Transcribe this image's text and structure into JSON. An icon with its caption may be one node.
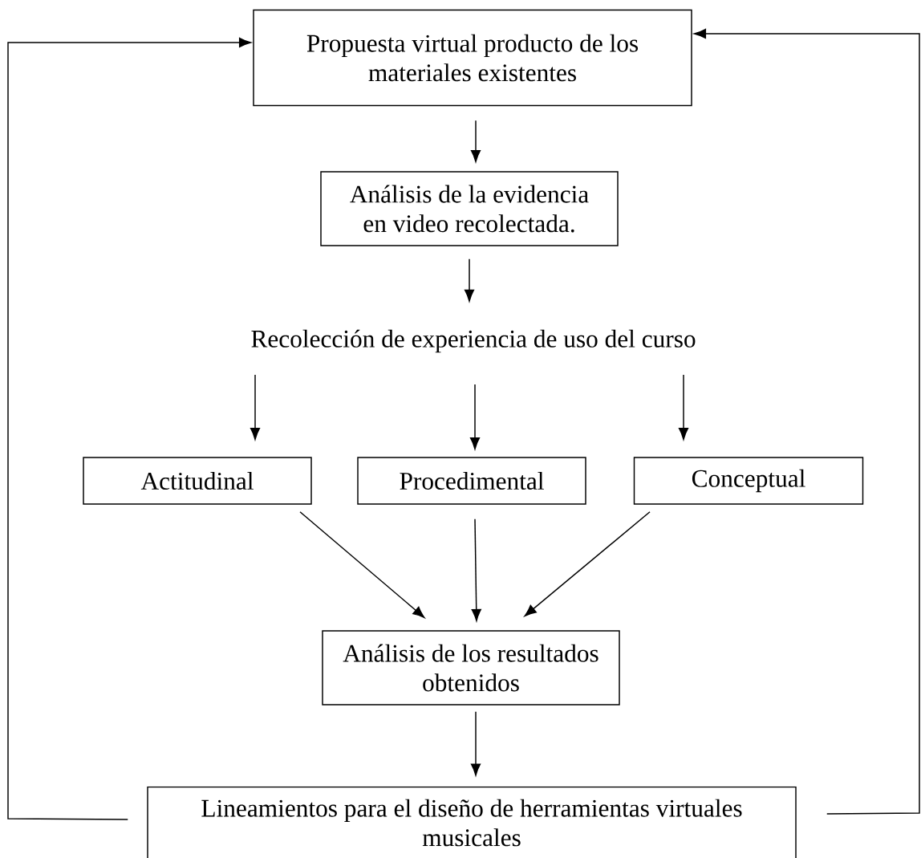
{
  "diagram": {
    "nodes": [
      {
        "text": [
          "Propuesta virtual producto de los materiales existentes"
        ]
      },
      {
        "text": [
          "Análisis de la evidencia en video recolectada."
        ]
      },
      {
        "text": [
          "Recolección de experiencia de uso del curso"
        ]
      },
      {
        "text": [
          "Actitudinal"
        ]
      },
      {
        "text": [
          "Procedimental"
        ]
      },
      {
        "text": [
          "Conceptual"
        ]
      },
      {
        "text": [
          "Análisis de los resultados obtenidos"
        ]
      },
      {
        "text": [
          "Lineamientos para el diseño de herramientas virtuales musicales"
        ]
      }
    ],
    "edges": [
      {
        "from": 0,
        "to": 1,
        "arrow": "to"
      },
      {
        "from": 1,
        "to": 2,
        "arrow": "to"
      },
      {
        "from": 2,
        "to": 3,
        "arrow": "to"
      },
      {
        "from": 2,
        "to": 4,
        "arrow": "to"
      },
      {
        "from": 2,
        "to": 5,
        "arrow": "to"
      },
      {
        "from": 3,
        "to": 6,
        "arrow": "to"
      },
      {
        "from": 4,
        "to": 6,
        "arrow": "to"
      },
      {
        "from": 5,
        "to": 6,
        "arrow": "to"
      },
      {
        "from": 6,
        "to": 7,
        "arrow": "to"
      },
      {
        "from": 7,
        "to": 0,
        "arrow": "to"
      },
      {
        "from": 7,
        "to": 0,
        "arrow": "to"
      }
    ]
  }
}
